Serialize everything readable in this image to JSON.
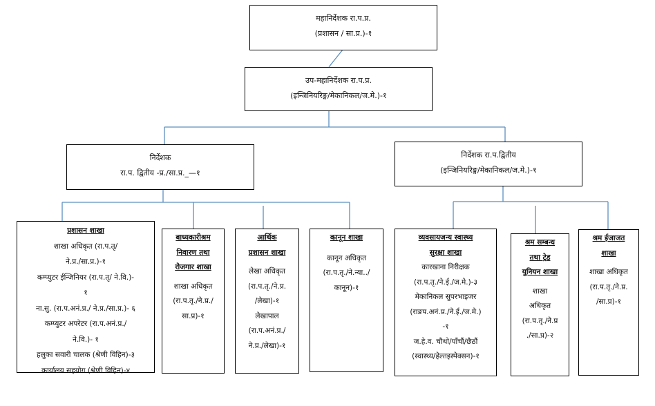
{
  "top": {
    "line1": "महानिर्देशक रा.प.प्र.",
    "line2": "(प्रशासन / सा.प्र.)-१"
  },
  "deputy": {
    "line1": "उप-महानिर्देशक रा.प.प्र.",
    "line2": "(इन्जिनियरिङ्ग/मेकानिकल/ज.मे.)-१"
  },
  "director_left": {
    "line1": "निर्देशक",
    "line2": "रा.प. द्वितीय -प्र./सा.प्र._—१"
  },
  "director_right": {
    "line1": "निर्देशक रा.प.द्वितीय",
    "line2": "(इन्जिनियरिङ्ग/मेकानिकल/ज.मे.)-१"
  },
  "branches": {
    "admin": {
      "title": "प्रशासन शाखा",
      "lines": [
        "शाखा अधिकृत (रा.प.तृ/",
        "ने.प्र./सा.प्र.)-१",
        "कम्प्युटर ईन्जिनियर (रा.प.तृ/ ने.वि.)-",
        "१",
        "ना.सु. (रा.प.अनं.प्र./ ने.प्र./सा.प्र.)- ६",
        "कम्प्युटर अपरेटर (रा.प.अनं.प्र./",
        "ने.वि.)- १",
        "हलुका सवारी चालक (श्रेणी विहिन)-३",
        "कार्यालय सहयोग (श्रेणी विहिन)-४"
      ]
    },
    "forced_labour": {
      "title_lines": [
        "बाध्यकारीश्रम",
        "निवारण तथा",
        "रोजगार शाखा"
      ],
      "lines": [
        "शाखा अधिकृत",
        "(रा.प.तृ./ने.प्र./",
        "सा.प्र)-१"
      ]
    },
    "finance": {
      "title_lines": [
        "आर्थिक",
        "प्रशासन शाखा"
      ],
      "lines": [
        "लेखा अधिकृत",
        "(रा.प.तृ./ने.प्र.",
        "/लेखा)-१",
        "लेखापाल",
        "(रा.प.अनं.प्र./",
        "ने.प्र./लेखा)-१"
      ]
    },
    "legal": {
      "title_lines": [
        "कानून शाखा"
      ],
      "lines": [
        "कानून अधिकृत",
        "(रा.प.तृ./ने.न्या../",
        "कानून)-१"
      ]
    },
    "safety": {
      "title_lines": [
        "व्यवसायजन्य स्वास्थ्य",
        "सुरक्षा शाखा"
      ],
      "lines": [
        "कारखाना निरीक्षक",
        "(रा.प.तृ./ने.ई./ज.मे.)-३",
        "मेकानिकल सुपरभाइजर",
        "(राङप.अनं.प्र./ने.ई./ज.मे.)",
        "-१",
        "ज.हे.व. चौथो/पाँचौं/छैठौं",
        "(स्वास्थ्य/हेल्तइस्पेक्सन)-१"
      ]
    },
    "labour_relations": {
      "title_lines": [
        "श्रम सम्बन्ध",
        "तथा ट्रेड",
        "युनियन शाखा"
      ],
      "lines": [
        "शाखा",
        "अधिकृत",
        "(रा.प.तृ./ने.प्र",
        "./सा.प्र)-२"
      ]
    },
    "permit": {
      "title_lines": [
        "श्रम ईजाजत",
        "शाखा"
      ],
      "lines": [
        "शाखा अधिकृत",
        "(रा.प.तृ./ने.प्र.",
        "/सा.प्र)-१"
      ]
    }
  },
  "colors": {
    "connector": "#5b8fbf",
    "border": "#000000"
  }
}
